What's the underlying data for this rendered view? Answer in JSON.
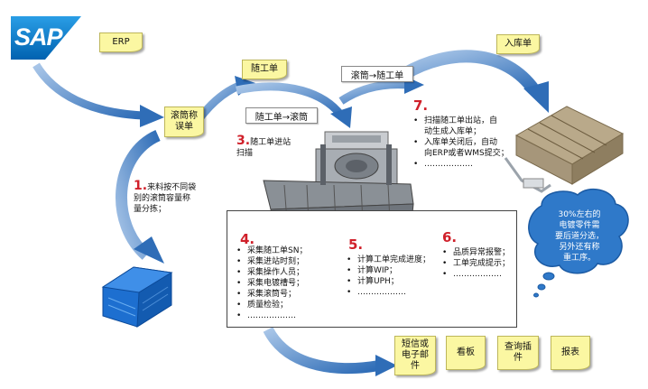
{
  "logo": {
    "text": "SAP"
  },
  "notes": {
    "erp": "ERP",
    "scrap": "滚筒称\n误单",
    "order_top": "随工单",
    "arrow_label_a": "随工单→滚筒",
    "arrow_label_b": "滚筒→随工单",
    "warehouse": "入库单",
    "sms": "短信或\n电子邮\n件",
    "board": "看板",
    "query": "查询插\n件",
    "report": "报表"
  },
  "steps": {
    "s1": {
      "num": "1.",
      "text": "来料按不同袋\n别的滚筒容量称\n量分拣；"
    },
    "s3": {
      "num": "3.",
      "text": "随工单进站\n扫描"
    },
    "s7": {
      "num": "7.",
      "items": [
        "扫描随工单出站，自\n动生成入库单；",
        "入库单关闭后，自动\n向ERP或者WMS提交；",
        "………………"
      ]
    },
    "s4": {
      "num": "4.",
      "items": [
        "采集随工单SN；",
        "采集进站时刻；",
        "采集操作人员；",
        "采集电镀槽号；",
        "采集滚筒号；",
        "质量检验；",
        "………………"
      ]
    },
    "s5": {
      "num": "5.",
      "items": [
        "计算工单完成进度；",
        "计算WIP；",
        "计算UPH；",
        "………………"
      ]
    },
    "s6": {
      "num": "6.",
      "items": [
        "品质异常报警；",
        "工单完成提示；",
        "………………"
      ]
    }
  },
  "cloud": {
    "text": "30%左右的\n电镀零件需\n要后道分选，\n另外还有称\n重工序。"
  },
  "colors": {
    "arrow_dark": "#2f6db7",
    "arrow_light": "#a9c6e8",
    "note_fill": "#fbf7a2",
    "number_red": "#d0202a",
    "cloud_fill": "#2f79c9"
  }
}
